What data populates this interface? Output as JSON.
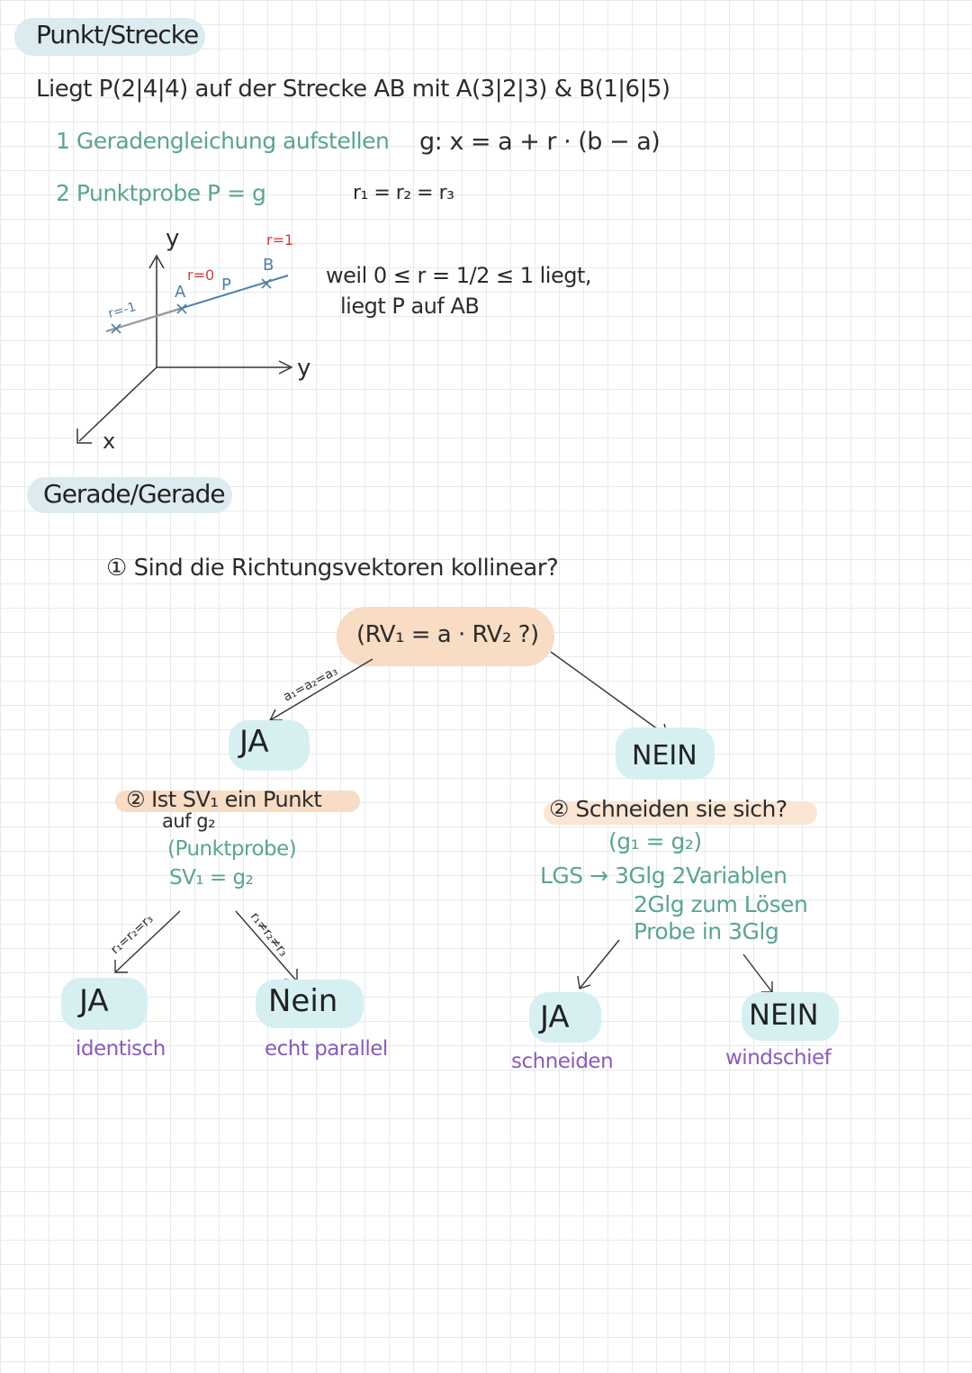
{
  "section1": {
    "heading": "Punkt/Strecke",
    "question": "Liegt P(2|4|4) auf der Strecke AB mit A(3|2|3) & B(1|6|5)",
    "step1_label": "1 Geradengleichung aufstellen",
    "step1_formula": "g: x = a + r · (b − a)",
    "step2_label": "2 Punktprobe P = g",
    "step2_condition": "r₁ = r₂ = r₃",
    "conclusion_line1": "weil 0 ≤ r = 1/2 ≤ 1 liegt,",
    "conclusion_line2": "liegt P auf AB",
    "diagram": {
      "axis_y_top": "y",
      "axis_y_right": "y",
      "axis_x": "x",
      "label_r_neg": "r=-1",
      "label_r0": "r=0",
      "label_r1": "r=1",
      "label_A": "A",
      "label_P": "P",
      "label_B": "B"
    }
  },
  "section2": {
    "heading": "Gerade/Gerade",
    "q1": "① Sind die Richtungsvektoren kollinear?",
    "q1_formula": "(RV₁ = a · RV₂ ?)",
    "edge_yes": "a₁=a₂=a₃",
    "left": {
      "answer": "JA",
      "q2_line1": "② Ist SV₁ ein Punkt",
      "q2_line2": "auf g₂",
      "q2_hint": "(Punktprobe)",
      "q2_formula": "SV₁ = g₂",
      "edge_yes": "r₁=r₂=r₃",
      "edge_no": "r₁≠r₂≠r₃",
      "yes_answer": "JA",
      "yes_result": "identisch",
      "no_answer": "Nein",
      "no_result": "echt parallel"
    },
    "right": {
      "answer": "NEIN",
      "q2": "② Schneiden sie sich?",
      "q2_formula": "(g₁ = g₂)",
      "lgs_line1": "LGS → 3Glg 2Variablen",
      "lgs_line2": "2Glg zum Lösen",
      "lgs_line3": "Probe in 3Glg",
      "yes_answer": "JA",
      "yes_result": "schneiden",
      "no_answer": "NEIN",
      "no_result": "windschief"
    }
  },
  "colors": {
    "heading_highlight": "#dcebef",
    "answer_highlight": "#d6f0f2",
    "orange_highlight": "#f8dcc4",
    "green_text": "#5aa592",
    "purple_text": "#8a5bbd",
    "red_text": "#d63b3b",
    "line_blue": "#4f7da6"
  }
}
